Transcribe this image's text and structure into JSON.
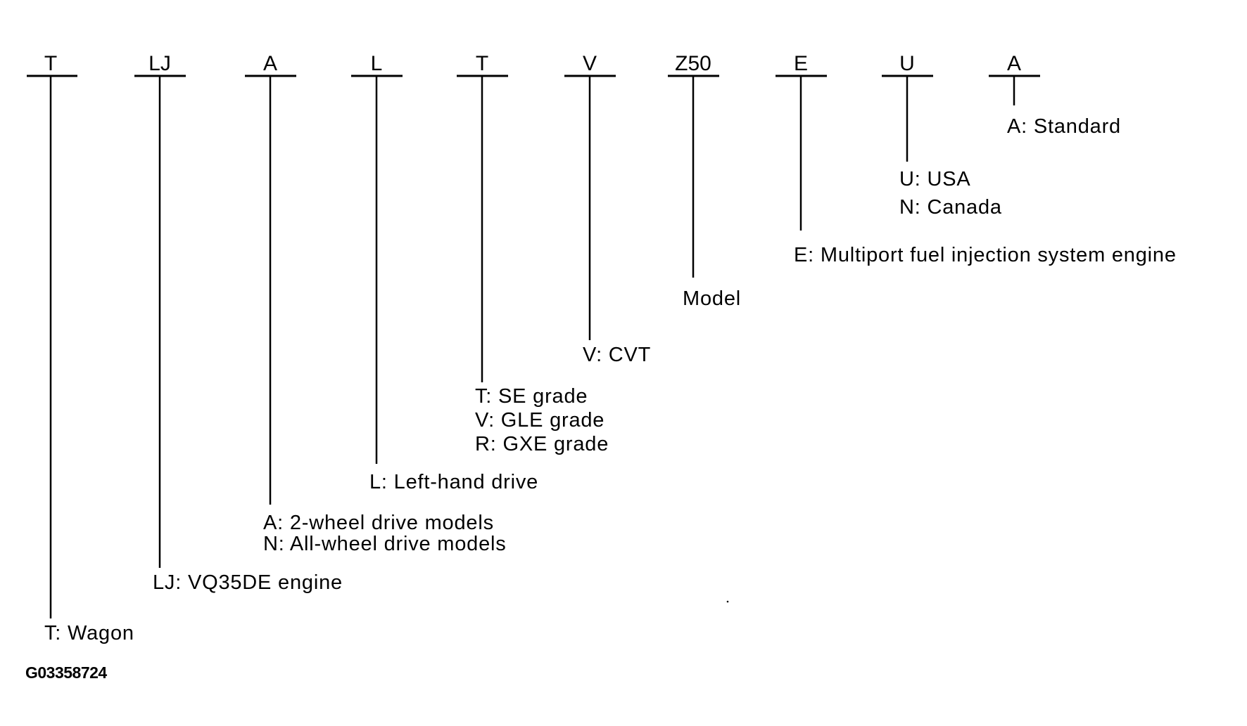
{
  "codes": [
    {
      "code": "T",
      "descriptions": [
        "T: Wagon"
      ]
    },
    {
      "code": "LJ",
      "descriptions": [
        "LJ: VQ35DE engine"
      ]
    },
    {
      "code": "A",
      "descriptions": [
        "A: 2-wheel drive models",
        "N: All-wheel drive models"
      ]
    },
    {
      "code": "L",
      "descriptions": [
        "L: Left-hand drive"
      ]
    },
    {
      "code": "T",
      "descriptions": [
        "T: SE grade",
        "V: GLE grade",
        "R: GXE grade"
      ]
    },
    {
      "code": "V",
      "descriptions": [
        "V: CVT"
      ]
    },
    {
      "code": "Z50",
      "descriptions": [
        "Model"
      ]
    },
    {
      "code": "E",
      "descriptions": [
        "E: Multiport fuel injection system engine"
      ]
    },
    {
      "code": "U",
      "descriptions": [
        "U: USA",
        "N: Canada"
      ]
    },
    {
      "code": "A",
      "descriptions": [
        "A: Standard"
      ]
    }
  ],
  "figure_id": "G03358724"
}
